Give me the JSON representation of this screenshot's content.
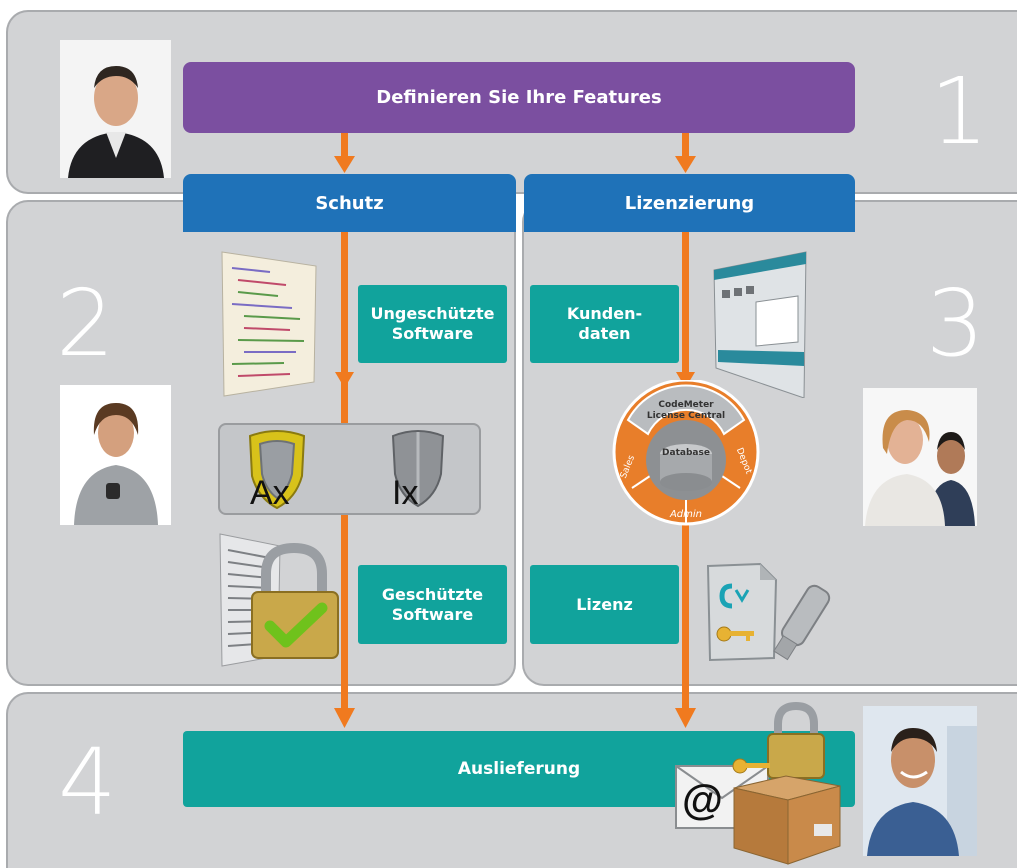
{
  "steps": [
    "1",
    "2",
    "3",
    "4"
  ],
  "define_bar": "Definieren Sie Ihre Features",
  "protection_bar": "Schutz",
  "licensing_bar": "Lizenzierung",
  "unprotected_software": [
    "Ungeschützte",
    "Software"
  ],
  "protected_software": [
    "Geschützte",
    "Software"
  ],
  "customer_data": [
    "Kunden-",
    "daten"
  ],
  "license_box": "Lizenz",
  "delivery_bar": "Auslieferung",
  "tools": {
    "ax": "Ax",
    "ix": "Ix"
  },
  "license_central": {
    "title_1": "CodeMeter",
    "title_2": "License Central",
    "center": "Database",
    "sales": "Sales",
    "depot": "Depot",
    "admin": "Admin"
  },
  "email_symbol": "@",
  "colors": {
    "panel": "#d2d3d5",
    "purple": "#7b4fa0",
    "blue": "#1f72b8",
    "teal": "#11a39c",
    "orange": "#f07a1f"
  }
}
